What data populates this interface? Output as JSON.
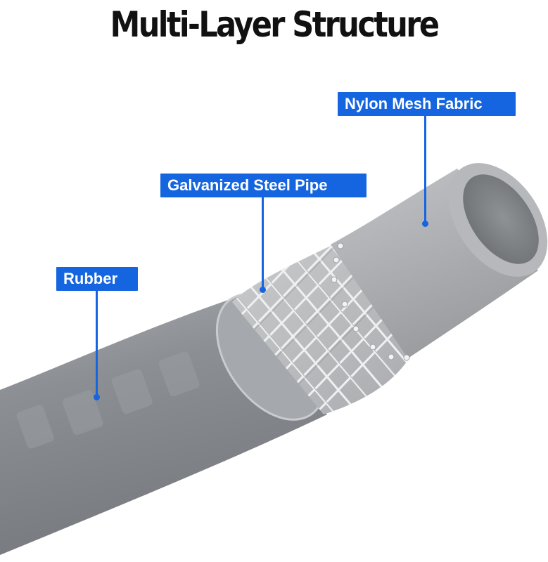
{
  "title": "Multi-Layer Structure",
  "labels": {
    "nylon": "Nylon Mesh Fabric",
    "steel": "Galvanized Steel Pipe",
    "rubber": "Rubber"
  },
  "colors": {
    "label_background": "#1565e0",
    "label_text": "#ffffff",
    "hose_gray": "#8d9096",
    "inner_tube": "#b4b6b9",
    "wire": "#e6e7e9"
  }
}
